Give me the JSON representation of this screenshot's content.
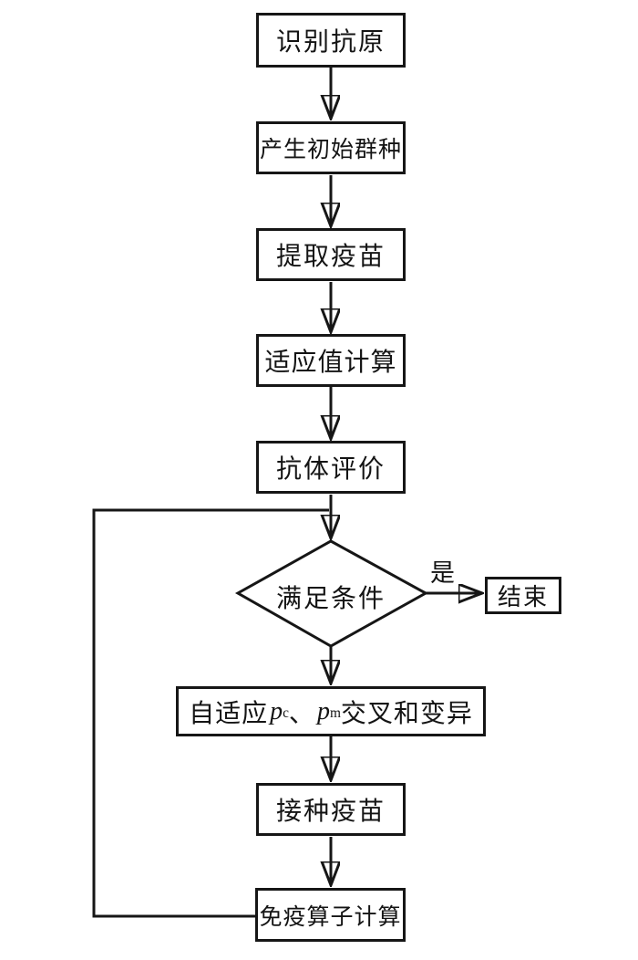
{
  "diagram": {
    "type": "flowchart",
    "background_color": "#ffffff",
    "line_color": "#161616",
    "nodes": {
      "identify_antigen": {
        "label": "识别抗原",
        "shape": "rect"
      },
      "generate_initial_population": {
        "label": "产生初始群种",
        "shape": "rect"
      },
      "extract_vaccine": {
        "label": "提取疫苗",
        "shape": "rect"
      },
      "fitness_calculation": {
        "label": "适应值计算",
        "shape": "rect"
      },
      "antibody_evaluation": {
        "label": "抗体评价",
        "shape": "rect"
      },
      "condition_check": {
        "label": "满足条件",
        "shape": "diamond"
      },
      "end": {
        "label": "结束",
        "shape": "rect"
      },
      "adaptive_crossover_mutation": {
        "shape": "rect",
        "segments": {
          "prefix": "自适应",
          "p_c_base": "p",
          "p_c_sub": "c",
          "separator": "、",
          "p_m_base": "p",
          "p_m_sub": "m",
          "suffix": "交叉和变异"
        }
      },
      "vaccination": {
        "label": "接种疫苗",
        "shape": "rect"
      },
      "immune_operator_calculation": {
        "label": "免疫算子计算",
        "shape": "rect"
      }
    },
    "edge_labels": {
      "yes": "是"
    },
    "edges": [
      {
        "from": "identify_antigen",
        "to": "generate_initial_population"
      },
      {
        "from": "generate_initial_population",
        "to": "extract_vaccine"
      },
      {
        "from": "extract_vaccine",
        "to": "fitness_calculation"
      },
      {
        "from": "fitness_calculation",
        "to": "antibody_evaluation"
      },
      {
        "from": "antibody_evaluation",
        "to": "condition_check"
      },
      {
        "from": "condition_check",
        "to": "end",
        "label": "是"
      },
      {
        "from": "condition_check",
        "to": "adaptive_crossover_mutation"
      },
      {
        "from": "adaptive_crossover_mutation",
        "to": "vaccination"
      },
      {
        "from": "vaccination",
        "to": "immune_operator_calculation"
      },
      {
        "from": "immune_operator_calculation",
        "to": "condition_check",
        "note": "feedback loop joining the arrow between antibody_evaluation and condition_check"
      }
    ]
  }
}
